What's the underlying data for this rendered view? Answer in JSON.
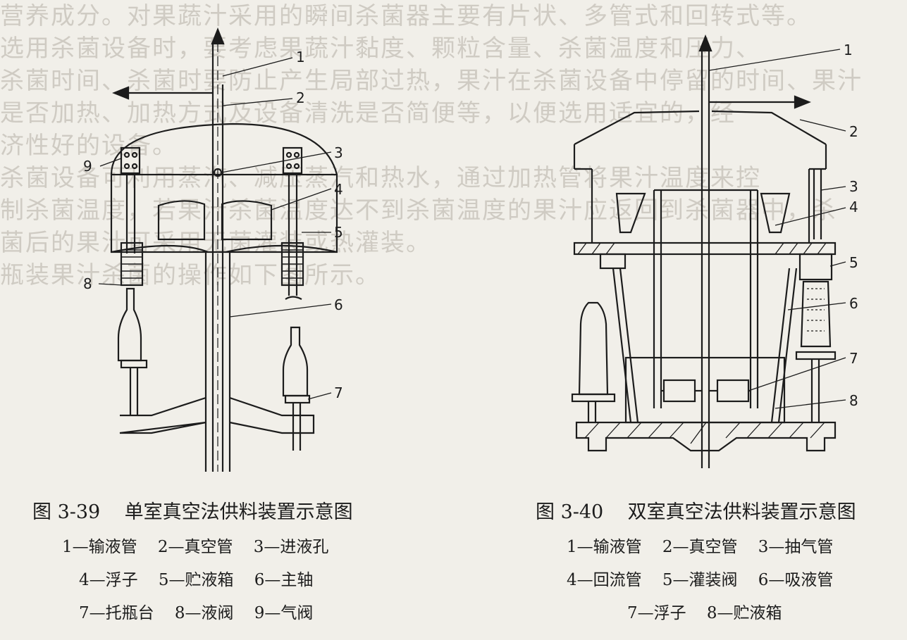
{
  "background_text": [
    "营养成分。对果蔬汁采用的瞬间杀菌器主要有片状、多管式和回转式等。",
    "选用杀菌设备时，要考虑果蔬汁黏度、颗粒含量、杀菌温度和压力、",
    "杀菌时间、杀菌时要防止产生局部过热，果汁在杀菌设备中停留的时间、果汁",
    "是否加热、加热方式及设备清洗是否简便等，以便选用适宜的，经",
    "济性好的设备。",
    "杀菌设备可利用蒸汽、减压蒸汽和热水，通过加热管将果汁温度来控",
    "制杀菌温度，若果汁杀菌温度达不到杀菌温度的果汁应返回到杀菌器中，杀",
    "菌后的果汁可采用无菌灌装或热灌装。",
    "瓶装果汁杀菌的操作如下图所示。"
  ],
  "fig39": {
    "caption_num": "图 3-39",
    "caption_title": "单室真空法供料装置示意图",
    "labels": [
      "1",
      "2",
      "3",
      "4",
      "5",
      "6",
      "7",
      "8",
      "9"
    ],
    "legend": [
      [
        "1—输液管",
        "2—真空管",
        "3—进液孔"
      ],
      [
        "4—浮子",
        "5—贮液箱",
        "6—主轴"
      ],
      [
        "7—托瓶台",
        "8—液阀",
        "9—气阀"
      ]
    ]
  },
  "fig40": {
    "caption_num": "图 3-40",
    "caption_title": "双室真空法供料装置示意图",
    "labels": [
      "1",
      "2",
      "3",
      "4",
      "5",
      "6",
      "7",
      "8"
    ],
    "legend": [
      [
        "1—输液管",
        "2—真空管",
        "3—抽气管"
      ],
      [
        "4—回流管",
        "5—灌装阀",
        "6—吸液管"
      ],
      [
        "7—浮子",
        "8—贮液箱"
      ]
    ]
  }
}
